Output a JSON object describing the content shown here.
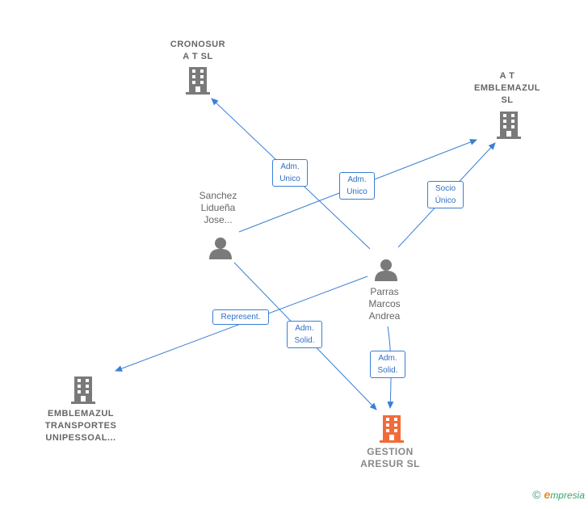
{
  "nodes": {
    "cronosur": {
      "line1": "CRONOSUR",
      "line2": "A T  SL"
    },
    "at_emblemazul": {
      "line1": "A T",
      "line2": "EMBLEMAZUL",
      "line3": "SL"
    },
    "sanchez": {
      "line1": "Sanchez",
      "line2": "Lidueña",
      "line3": "Jose..."
    },
    "parras": {
      "line1": "Parras",
      "line2": "Marcos",
      "line3": "Andrea"
    },
    "emblemazul_transportes": {
      "line1": "EMBLEMAZUL",
      "line2": "TRANSPORTES",
      "line3": "UNIPESSOAL..."
    },
    "gestion_aresur": {
      "line1": "GESTION",
      "line2": "ARESUR  SL"
    }
  },
  "edges": {
    "parras_cronosur": {
      "line1": "Adm.",
      "line2": "Unico"
    },
    "sanchez_at": {
      "line1": "Adm.",
      "line2": "Unico"
    },
    "parras_at": {
      "line1": "Socio",
      "line2": "Único"
    },
    "parras_emblemazul": {
      "line1": "Represent."
    },
    "sanchez_gestion": {
      "line1": "Adm.",
      "line2": "Solid."
    },
    "parras_gestion": {
      "line1": "Adm.",
      "line2": "Solid."
    }
  },
  "footer": {
    "copyright": "©",
    "brand_initial": "e",
    "brand_rest": "mpresia"
  },
  "colors": {
    "edge": "#3a7fd5",
    "building": "#7a7a7a",
    "building_main": "#f26b3a",
    "person": "#7a7a7a"
  }
}
